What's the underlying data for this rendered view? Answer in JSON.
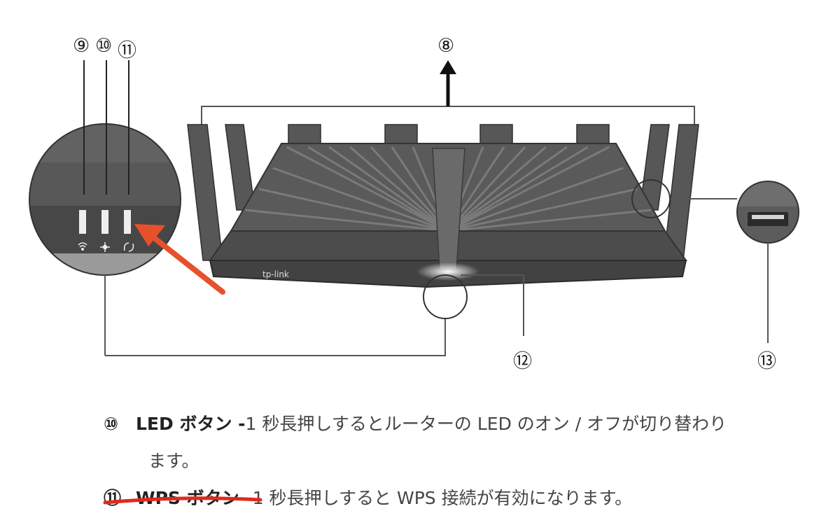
{
  "figure": {
    "callouts": {
      "c9": "⑨",
      "c10": "⑩",
      "c11": "⑪",
      "c8": "⑧",
      "c12": "⑫",
      "c13": "⑬"
    },
    "brand": "tp-link",
    "colors": {
      "device_body": "#555555",
      "annotation_arrow": "#e8502b",
      "annotation_underline": "#e02a1c"
    }
  },
  "descriptions": [
    {
      "number": "⑩",
      "term": "LED ボタン -",
      "text": "1 秒長押しするとルーターの LED のオン / オフが切り替わり",
      "continuation": "ます。"
    },
    {
      "number": "⑪",
      "term": "WPS ボタン -",
      "text": "1 秒長押しすると WPS 接続が有効になります。",
      "continuation": ""
    }
  ]
}
